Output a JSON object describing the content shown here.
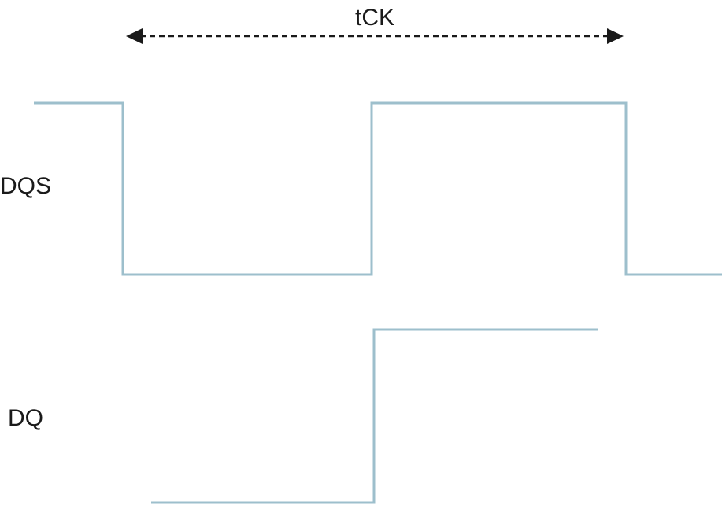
{
  "diagram": {
    "period_label": "tCK",
    "signals": [
      {
        "name": "DQS"
      },
      {
        "name": "DQ"
      }
    ],
    "waveform_color": "#9dbfcc",
    "annotation_color": "#1a1a1a"
  }
}
